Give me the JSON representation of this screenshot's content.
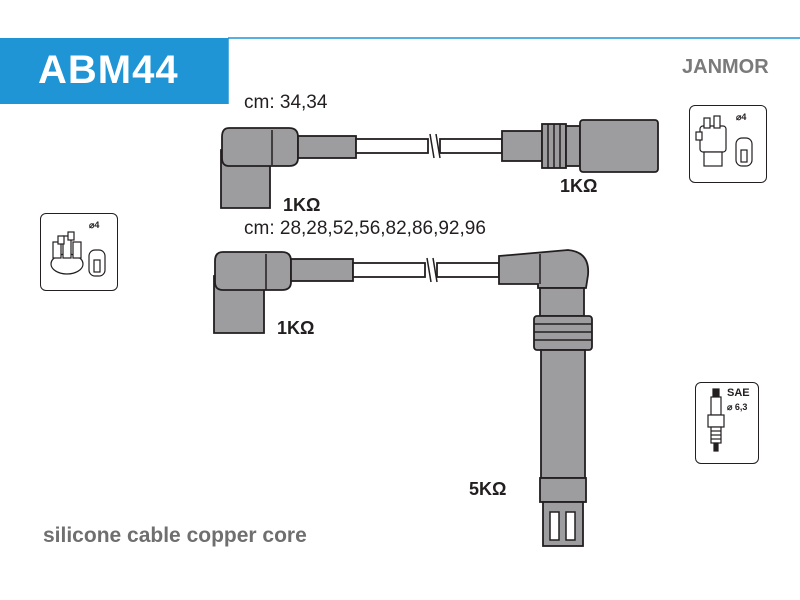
{
  "header": {
    "part_code": "ABM44",
    "brand": "JANMOR",
    "accent_color": "#1f95d5"
  },
  "cable_sets": [
    {
      "length_label": "cm: 34,34",
      "start_resistance": "1KΩ",
      "end_resistance": "1KΩ"
    },
    {
      "length_label": "cm: 28,28,52,56,82,86,92,96",
      "start_resistance": "1KΩ",
      "end_resistance": "5KΩ"
    }
  ],
  "icons": {
    "coil_icon": {
      "name": "ignition-coil-icon",
      "diameter_label": "⌀4"
    },
    "distributor_icon": {
      "name": "distributor-cap-icon",
      "diameter_label": "⌀4"
    },
    "spark_plug_icon": {
      "name": "spark-plug-icon",
      "standard_label": "SAE",
      "diameter_label": "⌀ 6,3"
    }
  },
  "footer": {
    "description": "silicone cable copper core"
  }
}
